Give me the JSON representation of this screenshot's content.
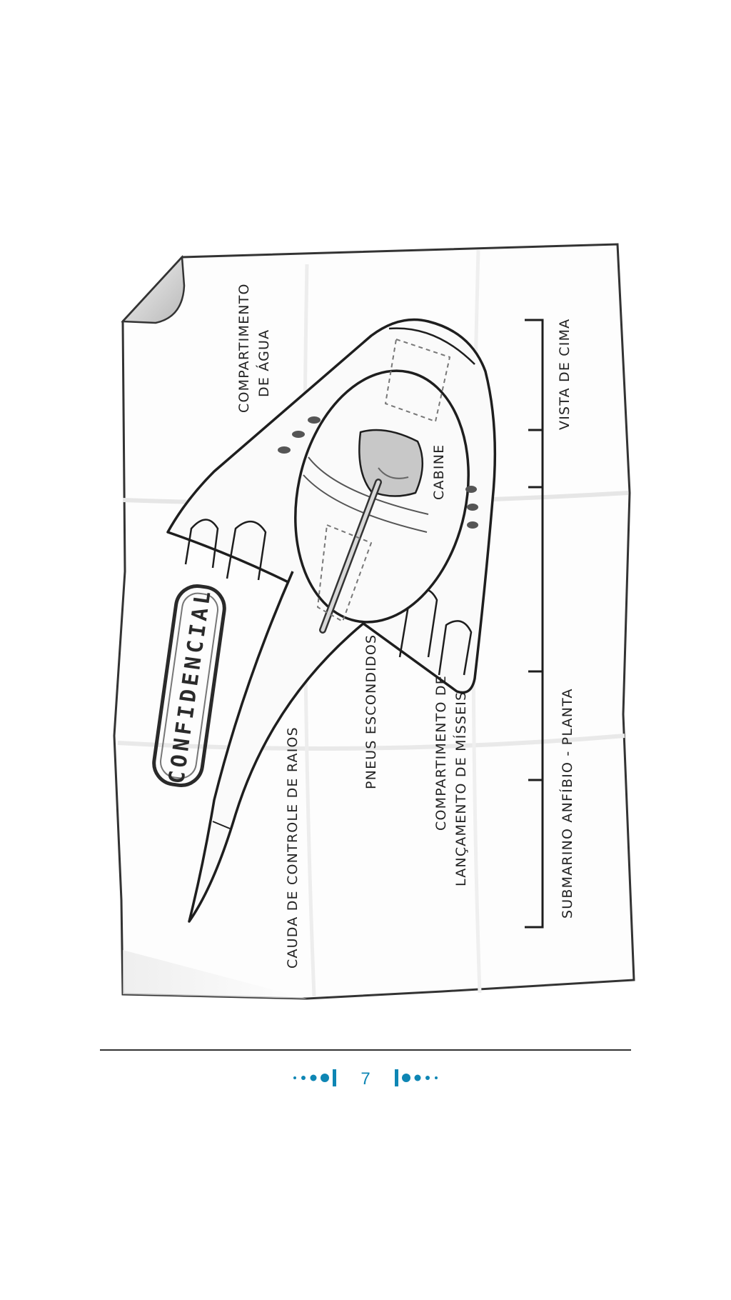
{
  "diagram": {
    "stamp": "CONFIDENCIAL",
    "labels": {
      "water_compartment_line1": "COMPARTIMENTO",
      "water_compartment_line2": "DE ÁGUA",
      "cabin": "CABINE",
      "hidden_tires": "PNEUS ESCONDIDOS",
      "missile_line1": "COMPARTIMENTO DE",
      "missile_line2": "LANÇAMENTO DE MÍSSEIS",
      "ray_tail": "CAUDA DE CONTROLE DE RAIOS",
      "top_view": "VISTA DE CIMA",
      "plan_title": "SUBMARINO ANFÍBIO - PLANTA"
    }
  },
  "footer": {
    "page_number": "7",
    "ornament_color": "#0e86b4"
  }
}
